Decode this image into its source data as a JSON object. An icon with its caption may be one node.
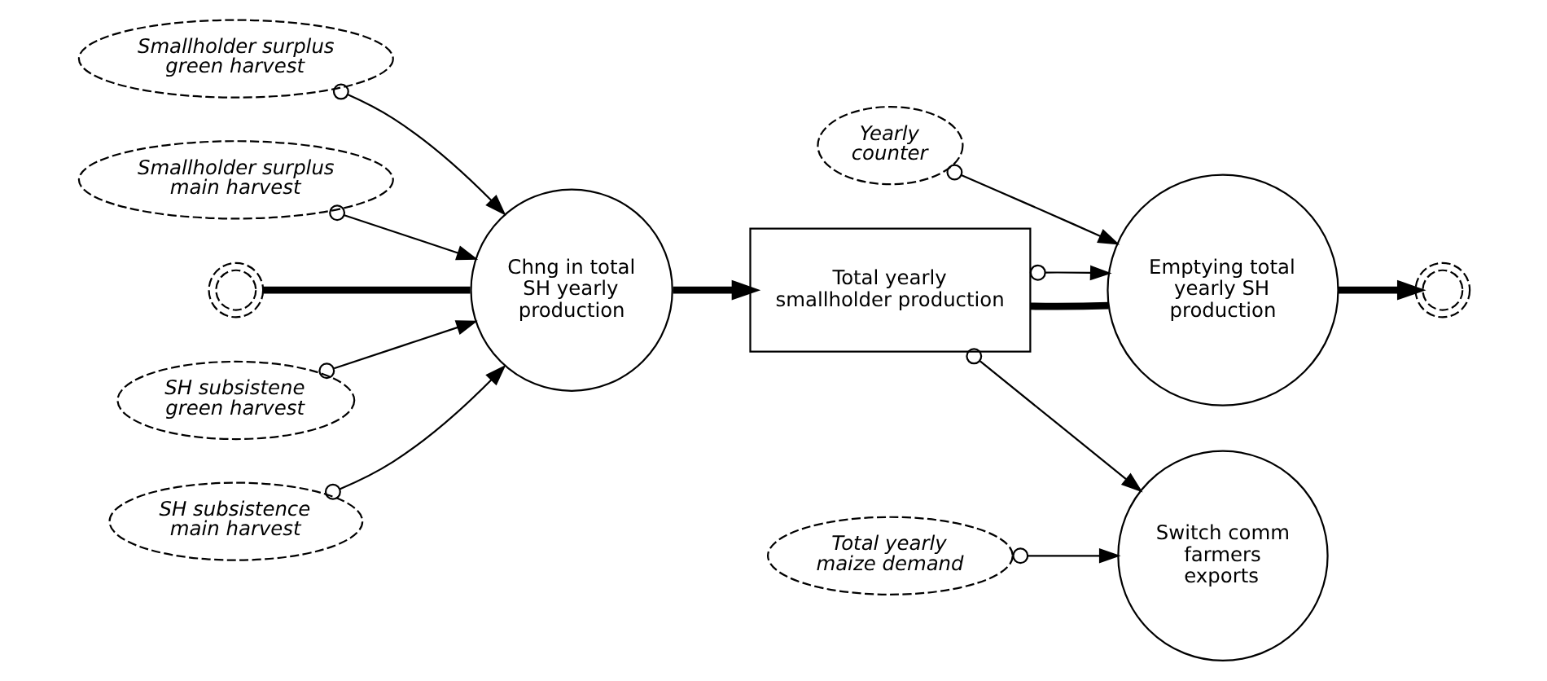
{
  "diagram": {
    "nodes": [
      {
        "text": [
          "Smallholder surplus green harvest"
        ]
      },
      {
        "text": [
          "Smallholder surplus main harvest"
        ]
      },
      {
        "text": [
          "Yearly counter"
        ]
      },
      {
        "text": [
          "Total yearly smallholder production"
        ]
      },
      {
        "text": [],
        "shape": "cloud"
      },
      {
        "text": [
          "Chng in total SH yearly production"
        ]
      },
      {
        "text": [
          "Emptying total yearly SH production"
        ]
      },
      {
        "text": [],
        "shape": "cloud"
      },
      {
        "text": [
          "SH subsistene green harvest"
        ]
      },
      {
        "text": [
          "SH subsistence main harvest"
        ]
      },
      {
        "text": [
          "Switch comm farmers exports"
        ]
      },
      {
        "text": [
          "Total yearly maize demand"
        ]
      }
    ],
    "edges": [
      {
        "from": 4,
        "to": 5,
        "arrow": "none",
        "style": "thick"
      },
      {
        "from": 5,
        "to": 3,
        "arrow": "to",
        "style": "thick"
      },
      {
        "from": 3,
        "to": 6,
        "arrow": "none",
        "style": "thick"
      },
      {
        "from": 6,
        "to": 7,
        "arrow": "to",
        "style": "thick"
      },
      {
        "from": 1,
        "to": 5,
        "arrow": "to"
      },
      {
        "from": 0,
        "to": 5,
        "arrow": "to"
      },
      {
        "from": 8,
        "to": 5,
        "arrow": "to"
      },
      {
        "from": 9,
        "to": 5,
        "arrow": "to"
      },
      {
        "from": 3,
        "to": 6,
        "arrow": "to"
      },
      {
        "from": 2,
        "to": 6,
        "arrow": "to"
      },
      {
        "from": 3,
        "to": 10,
        "arrow": "to"
      },
      {
        "from": 11,
        "to": 10,
        "arrow": "to"
      }
    ]
  }
}
